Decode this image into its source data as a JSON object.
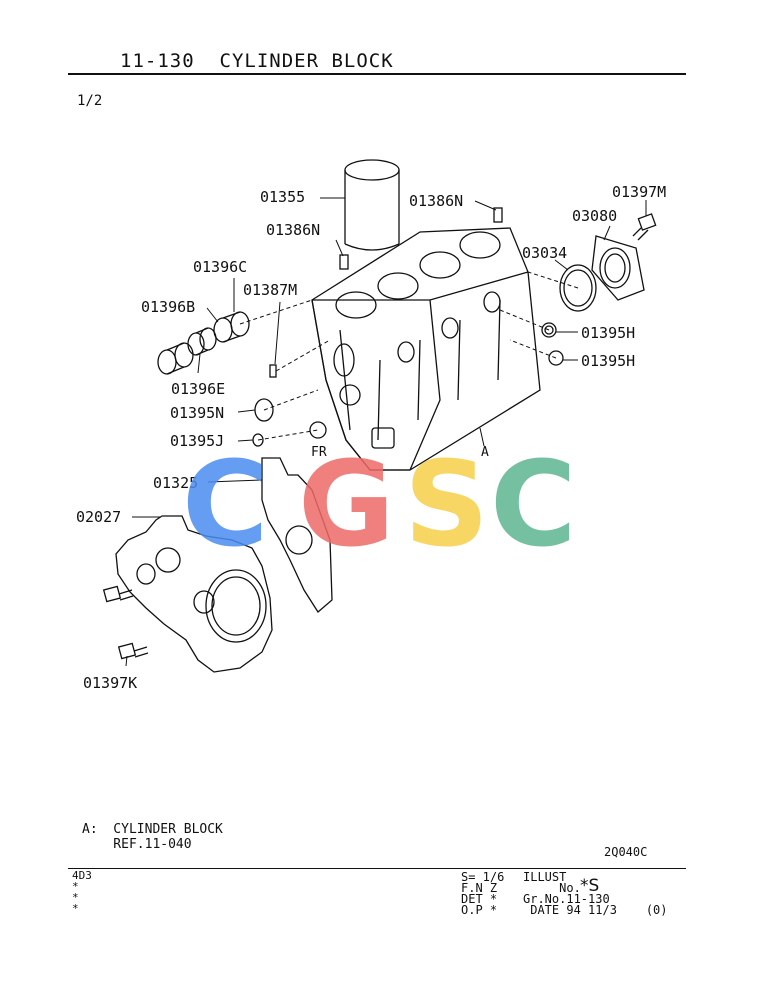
{
  "header": {
    "title": "11-130  CYLINDER BLOCK",
    "page_indicator": "1/2"
  },
  "part_labels": {
    "p01355": "01355",
    "p01386N_top": "01386N",
    "p01386N_left": "01386N",
    "p01397M": "01397M",
    "p03080": "03080",
    "p03034": "03034",
    "p01396C": "01396C",
    "p01387M": "01387M",
    "p01396B": "01396B",
    "p01396E": "01396E",
    "p01395H_1": "01395H",
    "p01395H_2": "01395H",
    "p01395N": "01395N",
    "p01395J": "01395J",
    "p01325": "01325",
    "p02027": "02027",
    "p01397K": "01397K",
    "fr": "FR",
    "ref_a": "A"
  },
  "watermark": {
    "letters": [
      "C",
      "G",
      "S",
      "C"
    ],
    "colors": [
      "#4a8df0",
      "#ee6b68",
      "#f7cf4a",
      "#5db690"
    ]
  },
  "legend": {
    "line1": "A:  CYLINDER BLOCK",
    "line2": "    REF.11-040"
  },
  "drawing_number": "2Q040C",
  "footer": {
    "model_lines": [
      "4D3",
      "*",
      "*",
      "*"
    ],
    "left_col": [
      "S= 1/6",
      "F.N Z",
      "DET *",
      "O.P *"
    ],
    "right_col": [
      "ILLUST",
      "     No.",
      "Gr.No.11-130",
      " DATE 94 11/3    (0)"
    ],
    "illust_no": "*S"
  }
}
